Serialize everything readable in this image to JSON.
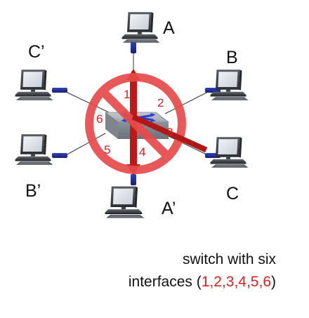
{
  "hosts": {
    "A": "A",
    "B": "B",
    "C": "C",
    "A_prime": "A’",
    "B_prime": "B’",
    "C_prime": "C’"
  },
  "interfaces": [
    "1",
    "2",
    "3",
    "4",
    "5",
    "6"
  ],
  "caption": {
    "line1": "switch with six",
    "line2_prefix": "interfaces (",
    "line2_list": "1,2,3,4,5,6",
    "line2_suffix": ")"
  },
  "colors": {
    "interface_red": "#e02020",
    "prohibition_red": "#e84a4a",
    "arrow_red": "#c01818",
    "link_blue": "#2030a0",
    "switch_gray": "#9aa0a8",
    "monitor_dark": "#3a3d42",
    "screen": "#dfe3e8"
  },
  "icons": [
    "desktop-computer-icon",
    "ethernet-switch-icon",
    "prohibition-sign-icon"
  ]
}
